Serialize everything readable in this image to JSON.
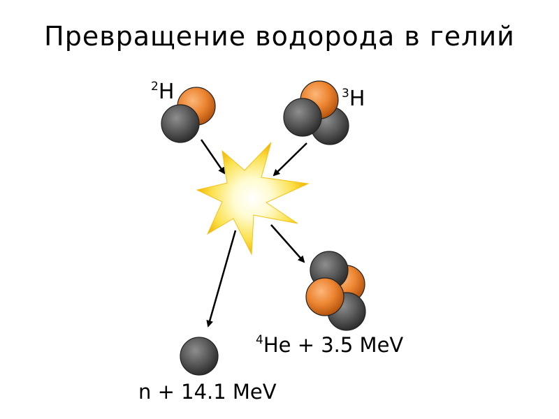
{
  "title": "Превращение водорода в гелий",
  "labels": {
    "deuterium": {
      "sup": "2",
      "sym": "H"
    },
    "tritium": {
      "sup": "3",
      "sym": "H"
    },
    "helium": {
      "sup": "4",
      "rest": "He + 3.5 MeV"
    },
    "neutron": "n + 14.1 MeV"
  },
  "colors": {
    "proton": "#e8802a",
    "neutron": "#555555",
    "flash_outer": "#f7c918",
    "flash_inner": "#fffde6",
    "arrow": "#000000"
  }
}
